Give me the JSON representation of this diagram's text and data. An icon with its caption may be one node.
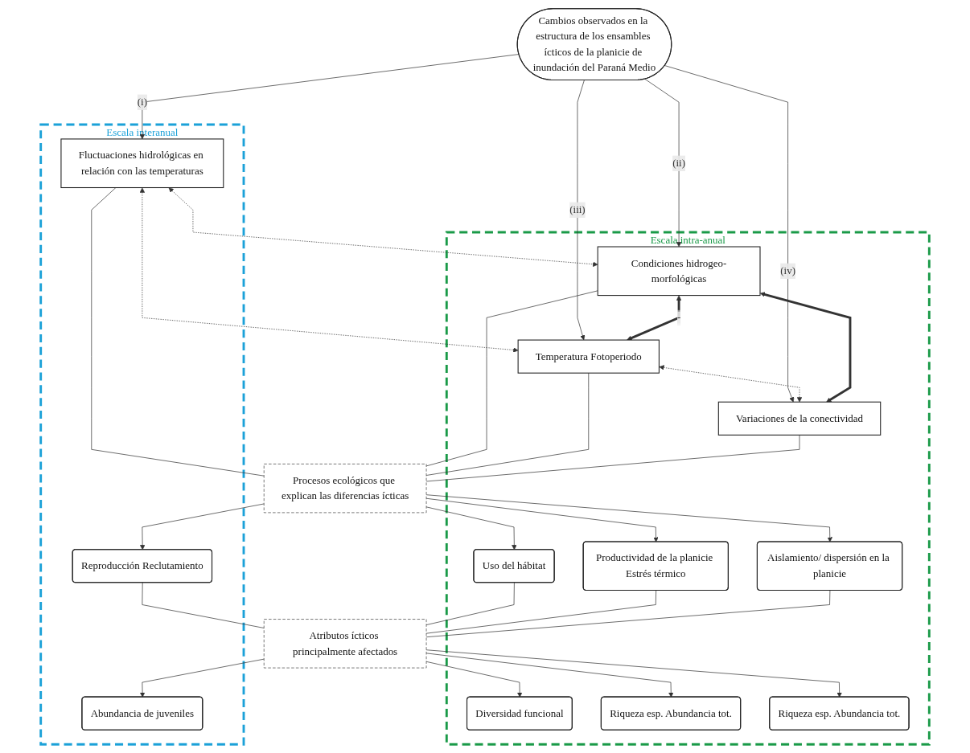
{
  "diagram": {
    "nodes": [
      {
        "text": [
          "Cambios observados en la estructura de los ensambles ícticos de la planicie de inundación del Paraná Medio"
        ]
      },
      {
        "text": [
          "Escala interanual"
        ]
      },
      {
        "text": [
          "Escala intra-anual"
        ]
      },
      {
        "text": [
          "Fluctuaciones hidrológicas en relación con las temperaturas"
        ],
        "in": 1
      },
      {
        "text": [
          "Condiciones hidrogeo-morfológicas"
        ],
        "in": 2
      },
      {
        "text": [
          "Temperatura Fotoperiodo"
        ],
        "in": 2
      },
      {
        "text": [
          "Variaciones de la conectividad"
        ],
        "in": 2
      },
      {
        "text": [
          "Procesos ecológicos que explican las diferencias ícticas"
        ]
      },
      {
        "text": [
          "Reproducción Reclutamiento"
        ],
        "in": 1
      },
      {
        "text": [
          "Uso del hábitat"
        ],
        "in": 2
      },
      {
        "text": [
          "Productividad de la planicie Estrés térmico"
        ],
        "in": 2
      },
      {
        "text": [
          "Aislamiento/ dispersión en la planicie"
        ],
        "in": 2
      },
      {
        "text": [
          "Atributos ícticos principalmente afectados"
        ]
      },
      {
        "text": [
          "Abundancia de juveniles"
        ],
        "in": 1
      },
      {
        "text": [
          "Diversidad funcional"
        ],
        "in": 2
      },
      {
        "text": [
          "Riqueza esp. Abundancia tot."
        ],
        "in": 2
      },
      {
        "text": [
          "Riqueza esp. Abundancia tot."
        ],
        "in": 2
      }
    ],
    "edges": [
      {
        "from": 0,
        "to": 3,
        "arrow": "to",
        "label": "(i)"
      },
      {
        "from": 0,
        "to": 4,
        "arrow": "to",
        "label": "(ii)"
      },
      {
        "from": 0,
        "to": 5,
        "arrow": "to",
        "label": "(iii)"
      },
      {
        "from": 0,
        "to": 6,
        "arrow": "to",
        "label": "(iv)"
      },
      {
        "from": 3,
        "to": 4,
        "arrow": "both",
        "style": "dashed"
      },
      {
        "from": 4,
        "to": 5,
        "arrow": "both",
        "style": "thick",
        "label": "-"
      },
      {
        "from": 5,
        "to": 6,
        "arrow": "both",
        "style": "dashed"
      },
      {
        "from": 3,
        "to": 5,
        "arrow": "both",
        "style": "dashed"
      },
      {
        "from": 4,
        "to": 6,
        "arrow": "both",
        "style": "thick"
      },
      {
        "from": 3,
        "to": 7,
        "arrow": "none"
      },
      {
        "from": 4,
        "to": 7,
        "arrow": "none"
      },
      {
        "from": 5,
        "to": 7,
        "arrow": "none"
      },
      {
        "from": 6,
        "to": 7,
        "arrow": "none"
      },
      {
        "from": 7,
        "to": 8,
        "arrow": "to"
      },
      {
        "from": 7,
        "to": 9,
        "arrow": "to"
      },
      {
        "from": 7,
        "to": 10,
        "arrow": "to"
      },
      {
        "from": 7,
        "to": 11,
        "arrow": "to"
      },
      {
        "from": 8,
        "to": 12,
        "arrow": "none"
      },
      {
        "from": 9,
        "to": 12,
        "arrow": "none"
      },
      {
        "from": 10,
        "to": 12,
        "arrow": "none"
      },
      {
        "from": 11,
        "to": 12,
        "arrow": "none"
      },
      {
        "from": 12,
        "to": 13,
        "arrow": "to"
      },
      {
        "from": 12,
        "to": 14,
        "arrow": "to"
      },
      {
        "from": 12,
        "to": 15,
        "arrow": "to"
      },
      {
        "from": 12,
        "to": 16,
        "arrow": "to"
      }
    ]
  }
}
